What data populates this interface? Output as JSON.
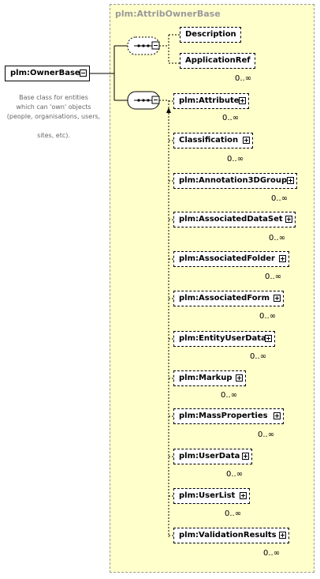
{
  "group_title": "plm:AttribOwnerBase",
  "root": {
    "label": "plm:OwnerBase"
  },
  "annotation": [
    "Base class for entities",
    "which can 'own' objects",
    "(people, organisations, users,",
    "sites, etc)."
  ],
  "sequence1": [
    {
      "label": "Description",
      "cardinality": ""
    },
    {
      "label": "ApplicationRef",
      "cardinality": "0..∞"
    }
  ],
  "sequence2": [
    {
      "label": "plm:Attribute",
      "cardinality": "0..∞"
    },
    {
      "label": "Classification",
      "cardinality": "0..∞"
    },
    {
      "label": "plm:Annotation3DGroup",
      "cardinality": "0..∞"
    },
    {
      "label": "plm:AssociatedDataSet",
      "cardinality": "0..∞"
    },
    {
      "label": "plm:AssociatedFolder",
      "cardinality": "0..∞"
    },
    {
      "label": "plm:AssociatedForm",
      "cardinality": "0..∞"
    },
    {
      "label": "plm:EntityUserData",
      "cardinality": "0..∞"
    },
    {
      "label": "plm:Markup",
      "cardinality": "0..∞"
    },
    {
      "label": "plm:MassProperties",
      "cardinality": "0..∞"
    },
    {
      "label": "plm:UserData",
      "cardinality": "0..∞"
    },
    {
      "label": "plm:UserList",
      "cardinality": "0..∞"
    },
    {
      "label": "plm:ValidationResults",
      "cardinality": "0..∞"
    }
  ]
}
